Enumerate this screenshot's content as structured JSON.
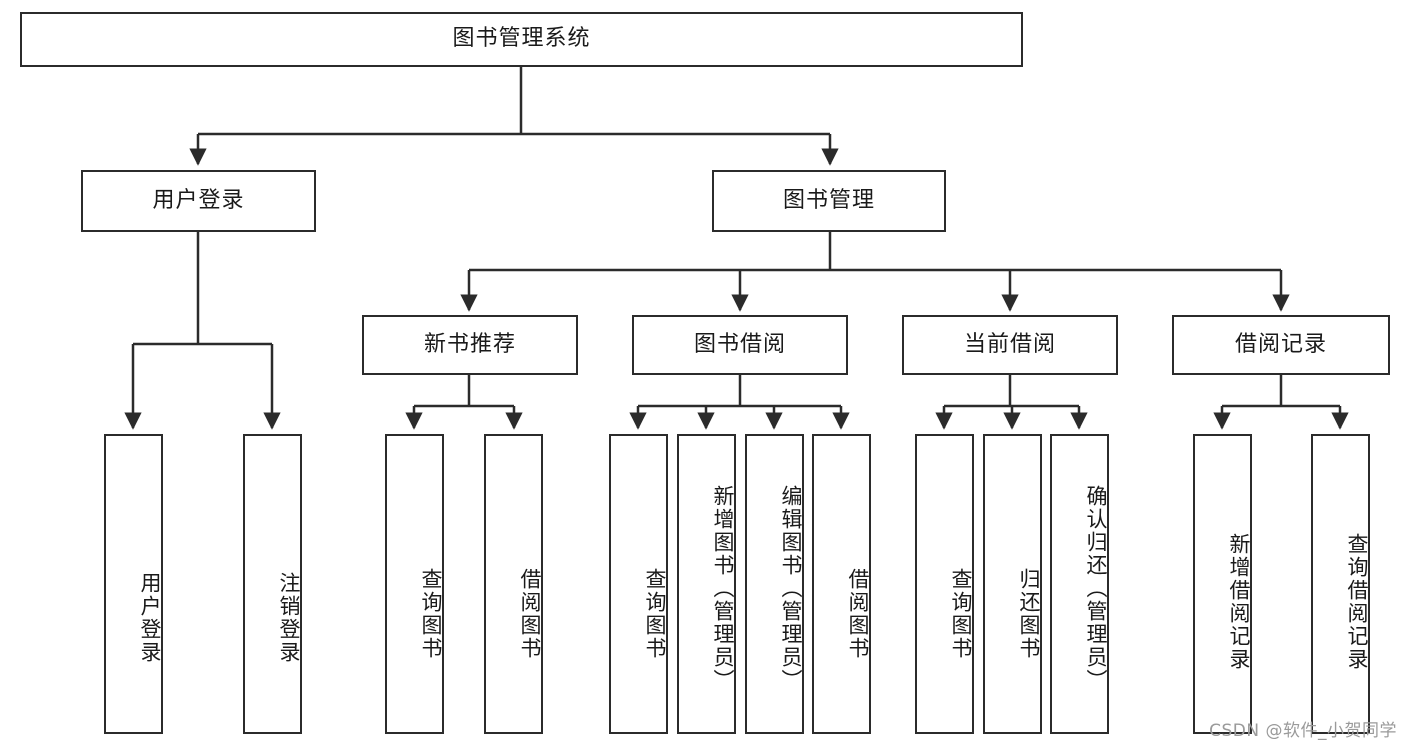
{
  "diagram": {
    "title": "图书管理系统",
    "type": "tree",
    "watermark": "CSDN @软件_小贺同学",
    "colors": {
      "box_border": "#2b2b2b",
      "box_fill": "#ffffff",
      "connector": "#2b2b2b",
      "text": "#1a1a1a",
      "watermark": "#9a9a9a",
      "background": "#ffffff"
    },
    "root": {
      "label": "图书管理系统"
    },
    "level2": [
      {
        "label": "用户登录"
      },
      {
        "label": "图书管理"
      }
    ],
    "level3": [
      {
        "label": "新书推荐"
      },
      {
        "label": "图书借阅"
      },
      {
        "label": "当前借阅"
      },
      {
        "label": "借阅记录"
      }
    ],
    "leaves": {
      "user_login": [
        {
          "label": "用户登录"
        },
        {
          "label": "注销登录"
        }
      ],
      "new_book_recommend": [
        {
          "label": "查询图书"
        },
        {
          "label": "借阅图书"
        }
      ],
      "book_borrow": [
        {
          "label": "查询图书"
        },
        {
          "label": "新增图书（管理员）"
        },
        {
          "label": "编辑图书（管理员）"
        },
        {
          "label": "借阅图书"
        }
      ],
      "current_borrow": [
        {
          "label": "查询图书"
        },
        {
          "label": "归还图书"
        },
        {
          "label": "确认归还（管理员）"
        }
      ],
      "borrow_record": [
        {
          "label": "新增借阅记录"
        },
        {
          "label": "查询借阅记录"
        }
      ]
    }
  }
}
